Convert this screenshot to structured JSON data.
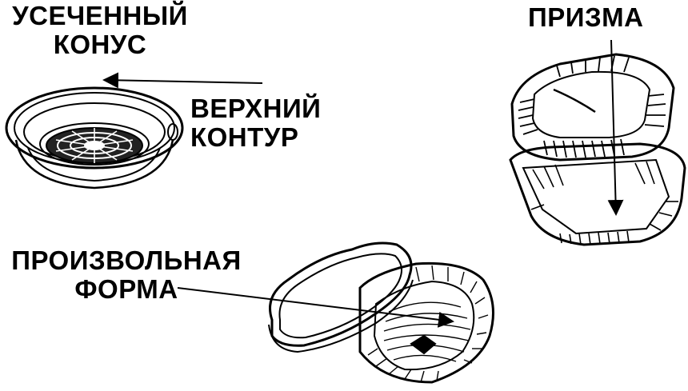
{
  "labels": {
    "truncated_cone": {
      "line1": "УСЕЧЕННЫЙ",
      "line2": "КОНУС"
    },
    "top_contour": {
      "line1": "ВЕРХНИЙ",
      "line2": "КОНТУР"
    },
    "prism": {
      "line1": "ПРИЗМА"
    },
    "free_form": {
      "line1": "ПРОИЗВОЛЬНАЯ",
      "line2": "ФОРМА"
    }
  },
  "colors": {
    "ink": "#000000",
    "background": "#ffffff"
  }
}
